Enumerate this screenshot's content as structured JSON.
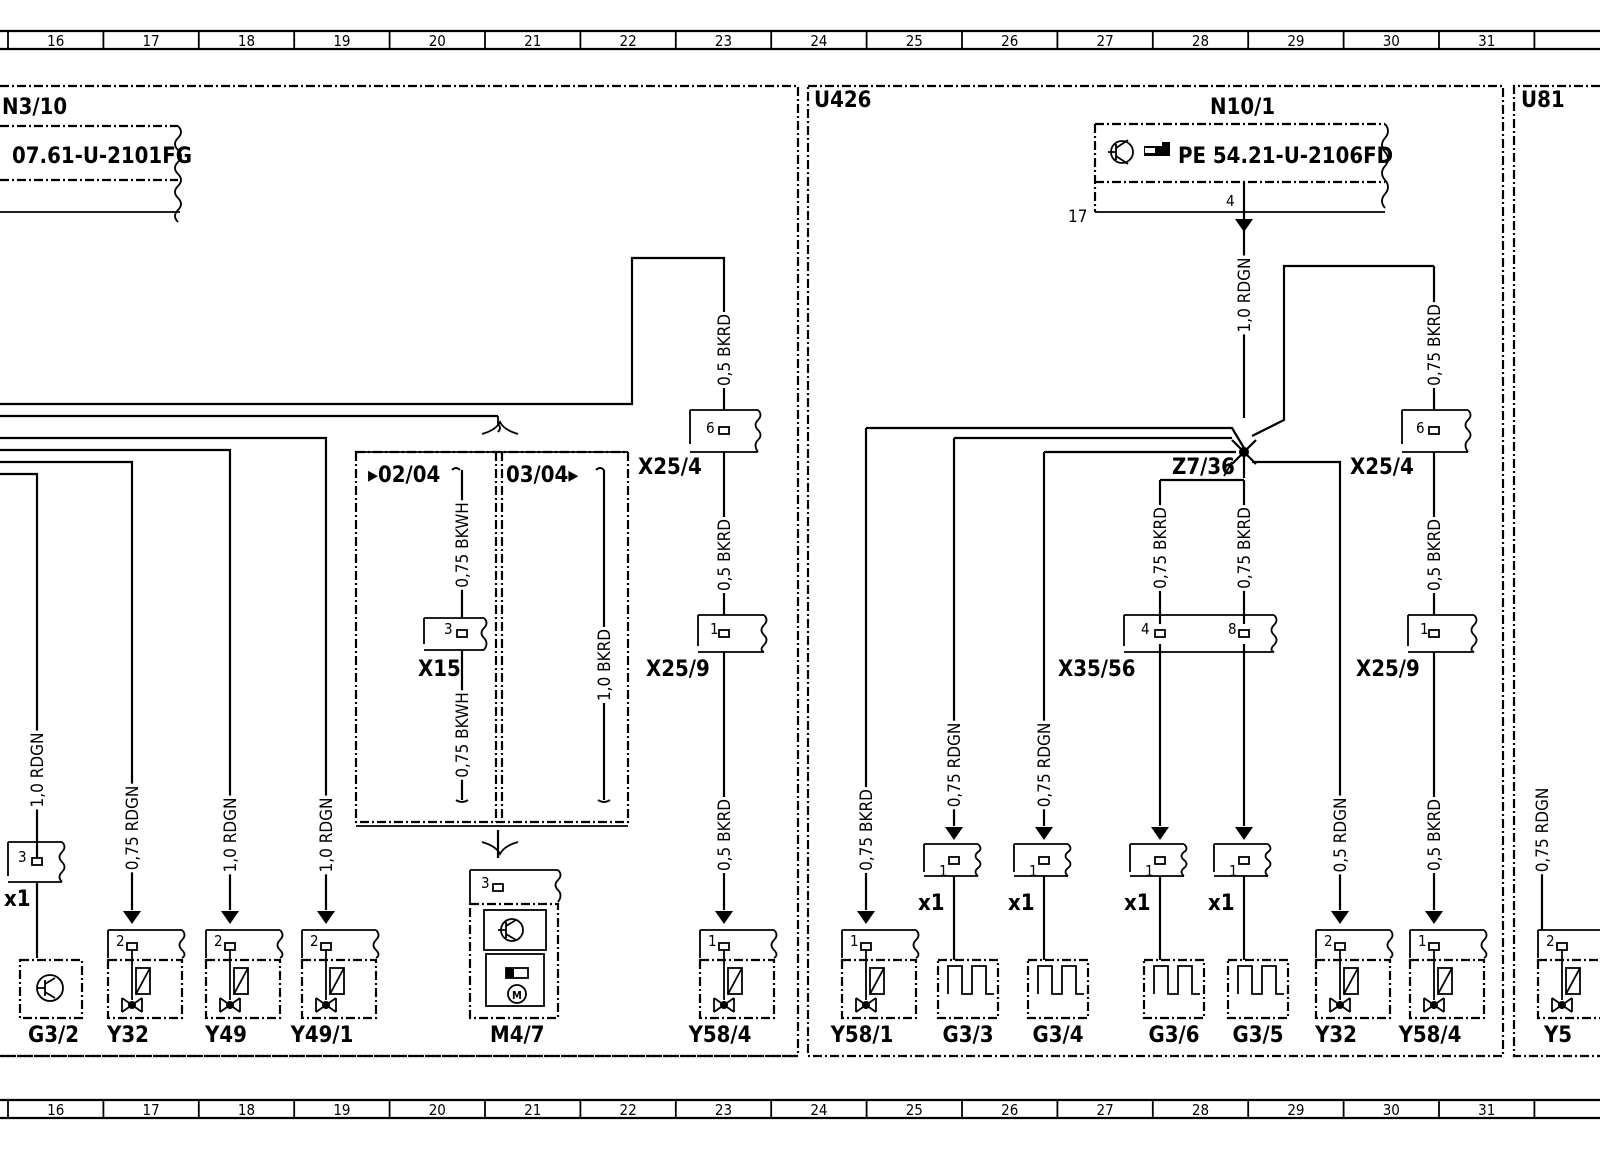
{
  "grid": {
    "columns": [
      "16",
      "17",
      "18",
      "19",
      "20",
      "21",
      "22",
      "23",
      "24",
      "25",
      "26",
      "27",
      "28",
      "29",
      "30",
      "31"
    ]
  },
  "modules": {
    "left_module": "N3/10",
    "left_ref": "07.61-U-2101FG",
    "center_module": "U426",
    "right_module_partial": "U81",
    "n10_label": "N10/1",
    "n10_ref": "PE  54.21-U-2106FD",
    "n10_ref_icon": "pointing-hand-icon",
    "n10_pin": "4",
    "n10_side_num": "17"
  },
  "options": {
    "opt1": "02/04",
    "opt2": "03/04"
  },
  "connectors": {
    "x25_4_left": {
      "label": "X25/4",
      "pin": "6"
    },
    "x25_9_left": {
      "label": "X25/9",
      "pin": "1"
    },
    "x15": {
      "label": "X15",
      "pin": "3"
    },
    "x25_4_right": {
      "label": "X25/4",
      "pin": "6"
    },
    "x25_9_right": {
      "label": "X25/9",
      "pin": "1"
    },
    "x35_56": {
      "label": "X35/56",
      "pin_a": "4",
      "pin_b": "8"
    },
    "splice": {
      "label": "Z7/36"
    },
    "x1_label": "x1",
    "m47_pin": "3"
  },
  "wires": {
    "w_n10_out": "1,0  RDGN",
    "w_x25_4_l_top": "0,5  BKRD",
    "w_x25_4_l_mid": "0,5  BKRD",
    "w_y58_4_l": "0,5  BKRD",
    "w_x15_top": "0,75  BKWH",
    "w_x15_bot": "0,75  BKWH",
    "w_opt2": "1,0  BKRD",
    "w_g32": "1,0  RDGN",
    "w_y32_l": "0,75  RDGN",
    "w_y49": "1,0  RDGN",
    "w_y49_1": "1,0  RDGN",
    "w_y58_1": "0,75  BKRD",
    "w_g33": "0,75  RDGN",
    "w_g34": "0,75  RDGN",
    "w_x35_a": "0,75  BKRD",
    "w_x35_b": "0,75  BKRD",
    "w_y32_r": "0,5  RDGN",
    "w_x25_4_r_top": "0,75  BKRD",
    "w_x25_4_r_mid": "0,5  BKRD",
    "w_y58_4_r": "0,5  BKRD",
    "w_right_edge": "0,75  RDGN"
  },
  "components": {
    "g3_2": {
      "label": "G3/2",
      "pin": "3"
    },
    "y32_l": {
      "label": "Y32",
      "pin": "2"
    },
    "y49": {
      "label": "Y49",
      "pin": "2"
    },
    "y49_1": {
      "label": "Y49/1",
      "pin": "2"
    },
    "m4_7": {
      "label": "M4/7"
    },
    "y58_4_l": {
      "label": "Y58/4",
      "pin": "1"
    },
    "y58_1": {
      "label": "Y58/1",
      "pin": "1"
    },
    "g3_3": {
      "label": "G3/3",
      "pin": "1"
    },
    "g3_4": {
      "label": "G3/4",
      "pin": "1"
    },
    "g3_6": {
      "label": "G3/6",
      "pin": "1"
    },
    "g3_5": {
      "label": "G3/5",
      "pin": "1"
    },
    "y32_r": {
      "label": "Y32",
      "pin": "2"
    },
    "y58_4_r": {
      "label": "Y58/4",
      "pin": "1"
    },
    "y5_partial": {
      "label": "Y5",
      "pin": "2"
    }
  }
}
